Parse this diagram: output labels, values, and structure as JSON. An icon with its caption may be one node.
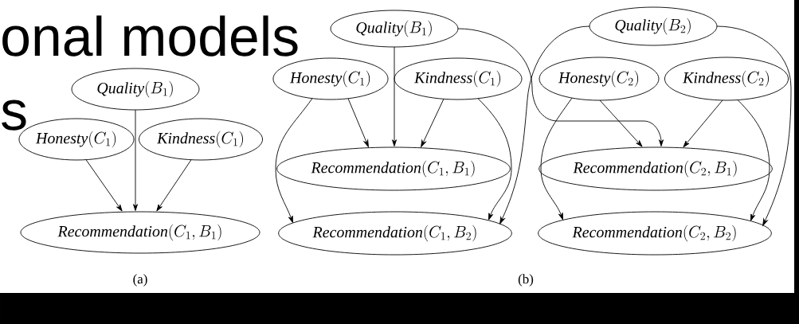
{
  "diagram": {
    "nodes": [
      {
        "text": [
          "\\mathit{Quality}(B_{1})"
        ]
      },
      {
        "text": [
          "\\mathit{Honesty}(C_{1})"
        ]
      },
      {
        "text": [
          "\\mathit{Kindness}(C_{1})"
        ]
      },
      {
        "text": [
          "\\mathit{Recommendation}(C_{1}, B_{1})"
        ]
      },
      {
        "text": [
          "\\mathit{Quality}(B_{1})"
        ]
      },
      {
        "text": [
          "\\mathit{Quality}(B_{2})"
        ]
      },
      {
        "text": [
          "\\mathit{Honesty}(C_{1})"
        ]
      },
      {
        "text": [
          "\\mathit{Kindness}(C_{1})"
        ]
      },
      {
        "text": [
          "\\mathit{Honesty}(C_{2})"
        ]
      },
      {
        "text": [
          "\\mathit{Kindness}(C_{2})"
        ]
      },
      {
        "text": [
          "\\mathit{Recommendation}(C_{1}, B_{1})"
        ]
      },
      {
        "text": [
          "\\mathit{Recommendation}(C_{2}, B_{1})"
        ]
      },
      {
        "text": [
          "\\mathit{Recommendation}(C_{1}, B_{2})"
        ]
      },
      {
        "text": [
          "\\mathit{Recommendation}(C_{2}, B_{2})"
        ]
      }
    ],
    "edges": [
      {
        "from": 0,
        "to": 3,
        "arrow": "to"
      },
      {
        "from": 1,
        "to": 3,
        "arrow": "to"
      },
      {
        "from": 2,
        "to": 3,
        "arrow": "to"
      },
      {
        "from": 4,
        "to": 10,
        "arrow": "to"
      },
      {
        "from": 4,
        "to": 11,
        "arrow": "to"
      },
      {
        "from": 5,
        "to": 12,
        "arrow": "to"
      },
      {
        "from": 5,
        "to": 13,
        "arrow": "to"
      },
      {
        "from": 6,
        "to": 10,
        "arrow": "to"
      },
      {
        "from": 6,
        "to": 12,
        "arrow": "to"
      },
      {
        "from": 7,
        "to": 10,
        "arrow": "to"
      },
      {
        "from": 7,
        "to": 12,
        "arrow": "to"
      },
      {
        "from": 8,
        "to": 11,
        "arrow": "to"
      },
      {
        "from": 8,
        "to": 13,
        "arrow": "to"
      },
      {
        "from": 9,
        "to": 11,
        "arrow": "to"
      },
      {
        "from": 9,
        "to": 13,
        "arrow": "to"
      }
    ],
    "labels": [
      "onal models",
      "s",
      "(a)",
      "(b)"
    ]
  }
}
